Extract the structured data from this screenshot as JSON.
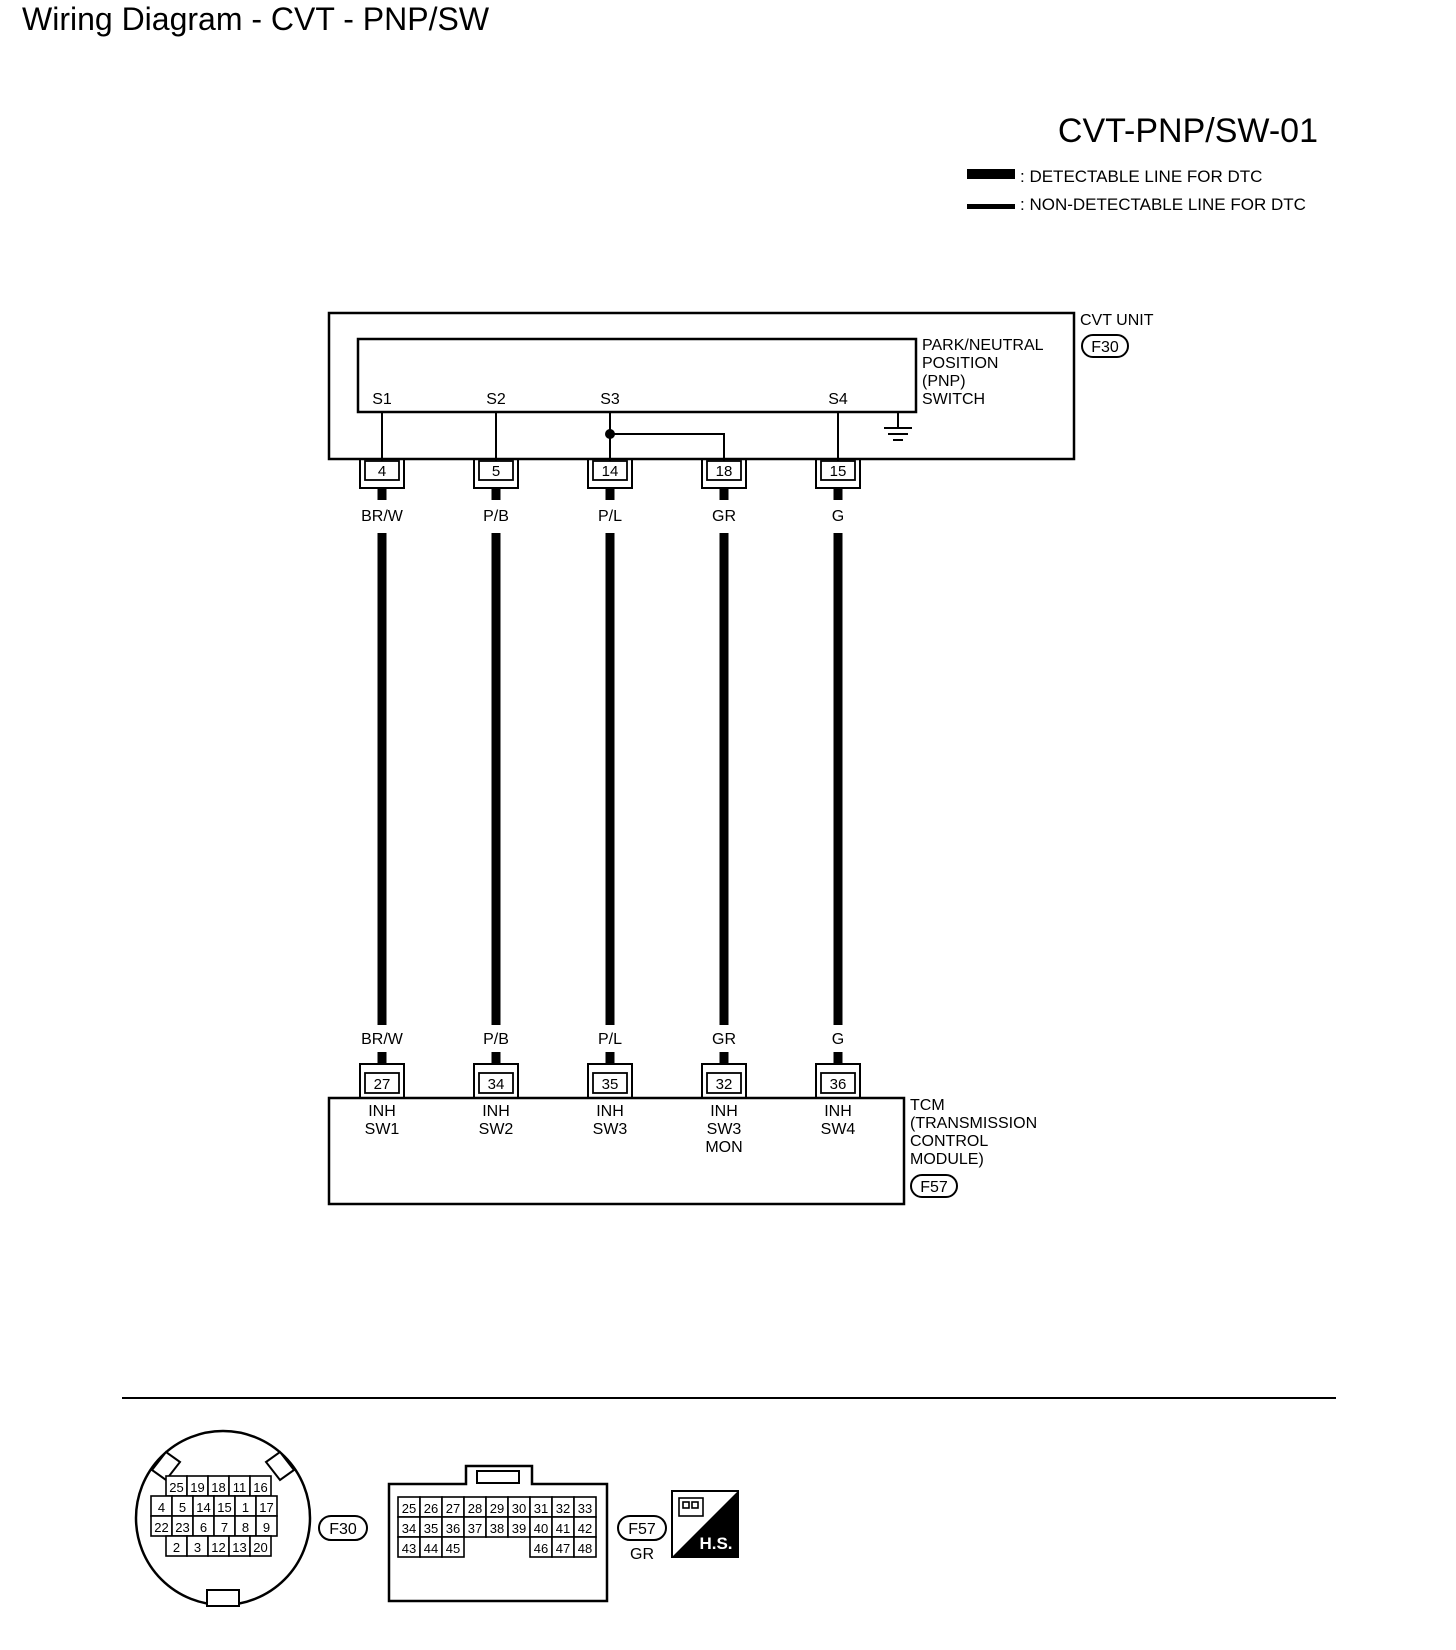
{
  "page_title": "Wiring Diagram - CVT - PNP/SW",
  "diagram_code": "CVT-PNP/SW-01",
  "legend": {
    "detectable": ": DETECTABLE LINE FOR DTC",
    "non_detectable": ": NON-DETECTABLE LINE FOR DTC"
  },
  "cvt_unit": {
    "label": "CVT UNIT",
    "connector": "F30",
    "switch_label": [
      "PARK/NEUTRAL",
      "POSITION",
      "(PNP)",
      "SWITCH"
    ],
    "terminals": [
      "S1",
      "S2",
      "S3",
      "S4"
    ]
  },
  "wires": [
    {
      "from_pin": "4",
      "color": "BR/W",
      "to_pin": "27",
      "tcm_label": [
        "INH",
        "SW1"
      ]
    },
    {
      "from_pin": "5",
      "color": "P/B",
      "to_pin": "34",
      "tcm_label": [
        "INH",
        "SW2"
      ]
    },
    {
      "from_pin": "14",
      "color": "P/L",
      "to_pin": "35",
      "tcm_label": [
        "INH",
        "SW3"
      ]
    },
    {
      "from_pin": "18",
      "color": "GR",
      "to_pin": "32",
      "tcm_label": [
        "INH",
        "SW3",
        "MON"
      ]
    },
    {
      "from_pin": "15",
      "color": "G",
      "to_pin": "36",
      "tcm_label": [
        "INH",
        "SW4"
      ]
    }
  ],
  "tcm": {
    "label": [
      "TCM",
      "(TRANSMISSION",
      "CONTROL",
      "MODULE)"
    ],
    "connector": "F57"
  },
  "connector_views": {
    "f30": {
      "tag": "F30",
      "rows": [
        [
          "25",
          "19",
          "18",
          "11",
          "16"
        ],
        [
          "4",
          "5",
          "14",
          "15",
          "1",
          "17"
        ],
        [
          "22",
          "23",
          "6",
          "7",
          "8",
          "9"
        ],
        [
          "2",
          "3",
          "12",
          "13",
          "20"
        ]
      ]
    },
    "f57": {
      "tag": "F57",
      "color": "GR",
      "rows": [
        [
          "25",
          "26",
          "27",
          "28",
          "29",
          "30",
          "31",
          "32",
          "33"
        ],
        [
          "34",
          "35",
          "36",
          "37",
          "38",
          "39",
          "40",
          "41",
          "42"
        ],
        [
          "43",
          "44",
          "45",
          "46",
          "47",
          "48"
        ]
      ]
    },
    "hs_badge": "H.S."
  }
}
